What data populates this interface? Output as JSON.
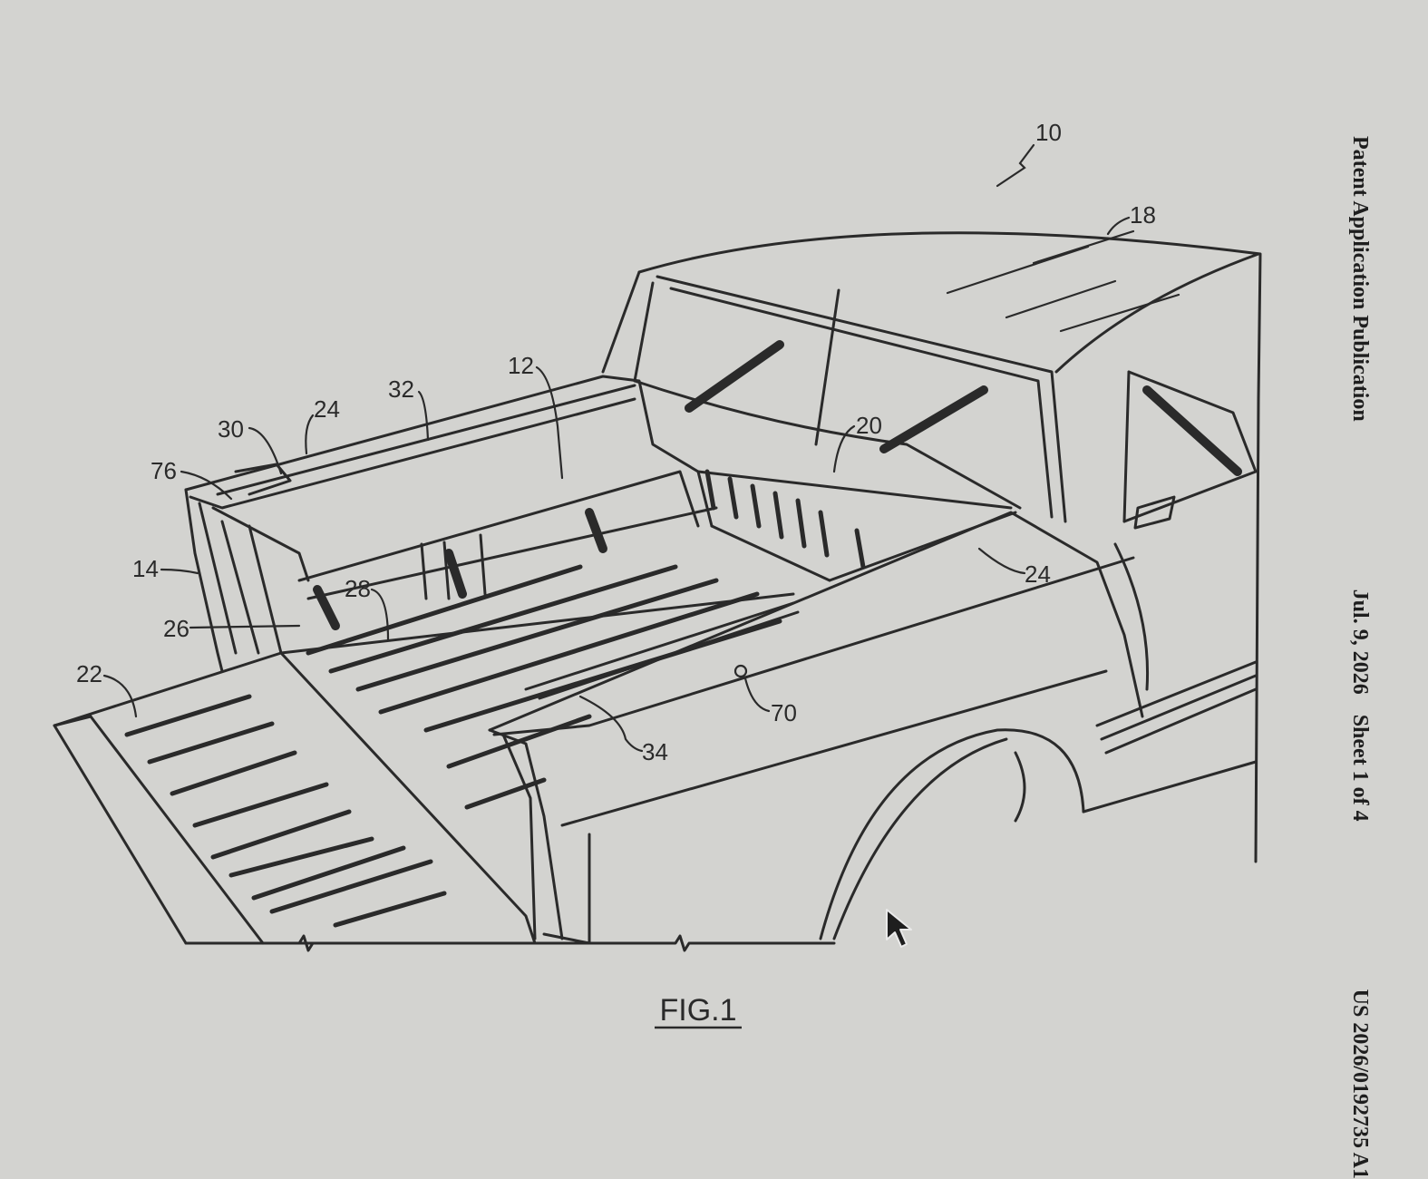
{
  "header": {
    "publication": "Patent Application Publication",
    "date": "Jul. 9, 2026",
    "sheet": "Sheet 1 of 4",
    "number": "US 2026/0192735 A1"
  },
  "figure": {
    "label": "FIG.1",
    "refs": {
      "r10": "10",
      "r18": "18",
      "r12": "12",
      "r32": "32",
      "r24a": "24",
      "r30": "30",
      "r76": "76",
      "r20": "20",
      "r14": "14",
      "r28": "28",
      "r26": "26",
      "r22": "22",
      "r24b": "24",
      "r70": "70",
      "r34": "34"
    }
  },
  "icons": {
    "pointer": "mouse-pointer-icon"
  }
}
